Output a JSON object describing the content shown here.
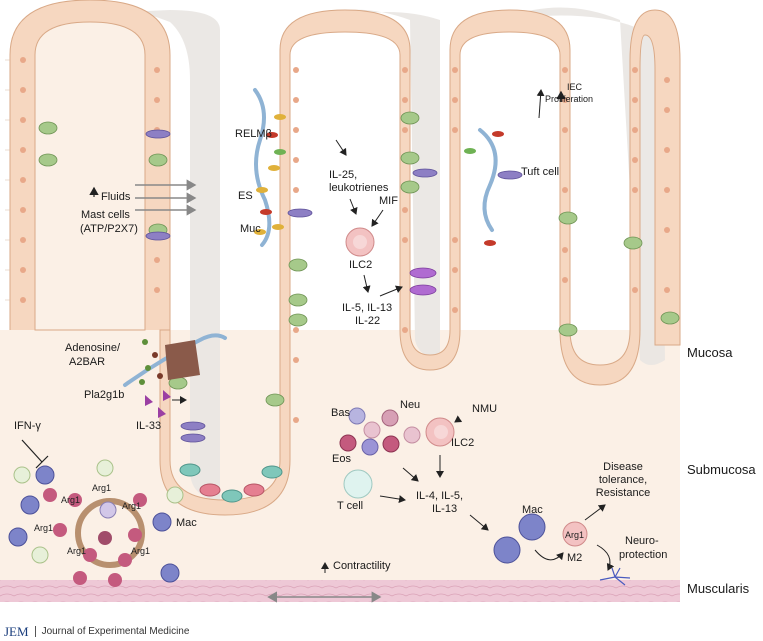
{
  "labels": {
    "relmb": "RELMβ",
    "es": "ES",
    "muc": "Muc",
    "fluids": "Fluids",
    "mast_cells": "Mast cells",
    "atp_p2x7": "(ATP/P2X7)",
    "il25": "IL-25,",
    "leukotrienes": "leukotrienes",
    "mif": "MIF",
    "ilc2_top": "ILC2",
    "il5_il13": "IL-5, IL-13",
    "il22": "IL-22",
    "tuft_cell": "Tuft cell",
    "iec": "IEC",
    "proliferation": "Proliferation",
    "adenosine": "Adenosine/",
    "a2bar": "A2BAR",
    "pla2g1b": "Pla2g1b",
    "il33": "IL-33",
    "ifng": "IFN-γ",
    "bas": "Bas",
    "neu": "Neu",
    "eos": "Eos",
    "nmu": "NMU",
    "ilc2_low": "ILC2",
    "tcell": "T cell",
    "il4_il5": "IL-4, IL-5,",
    "il13": "IL-13",
    "mac_gran": "Mac",
    "mac_low": "Mac",
    "arg1_m2": "Arg1",
    "m2": "M2",
    "disease1": "Disease",
    "disease2": "tolerance,",
    "disease3": "Resistance",
    "neuro1": "Neuro-",
    "neuro2": "protection",
    "contractility": "Contractility",
    "arg1": "Arg1"
  },
  "layers": {
    "mucosa": "Mucosa",
    "submucosa": "Submucosa",
    "muscularis": "Muscularis"
  },
  "footer": {
    "logo": "JEM",
    "journal": "Journal of Experimental Medicine"
  },
  "colors": {
    "epithelium": "#f6d7c0",
    "epithelium_border": "#d9a987",
    "nucleus": "#e8a889",
    "lamina": "#fbf1e8",
    "shadow": "#e6e3df",
    "muscle": "#ecc5d4",
    "goblet": "#9dbf7c",
    "tuft": "#8d7fc4",
    "worm": "#8fb3d4",
    "ilc2": "#f3c2c2",
    "mac": "#7d84c9",
    "eos": "#c45a7e",
    "arrow": "#222222"
  }
}
